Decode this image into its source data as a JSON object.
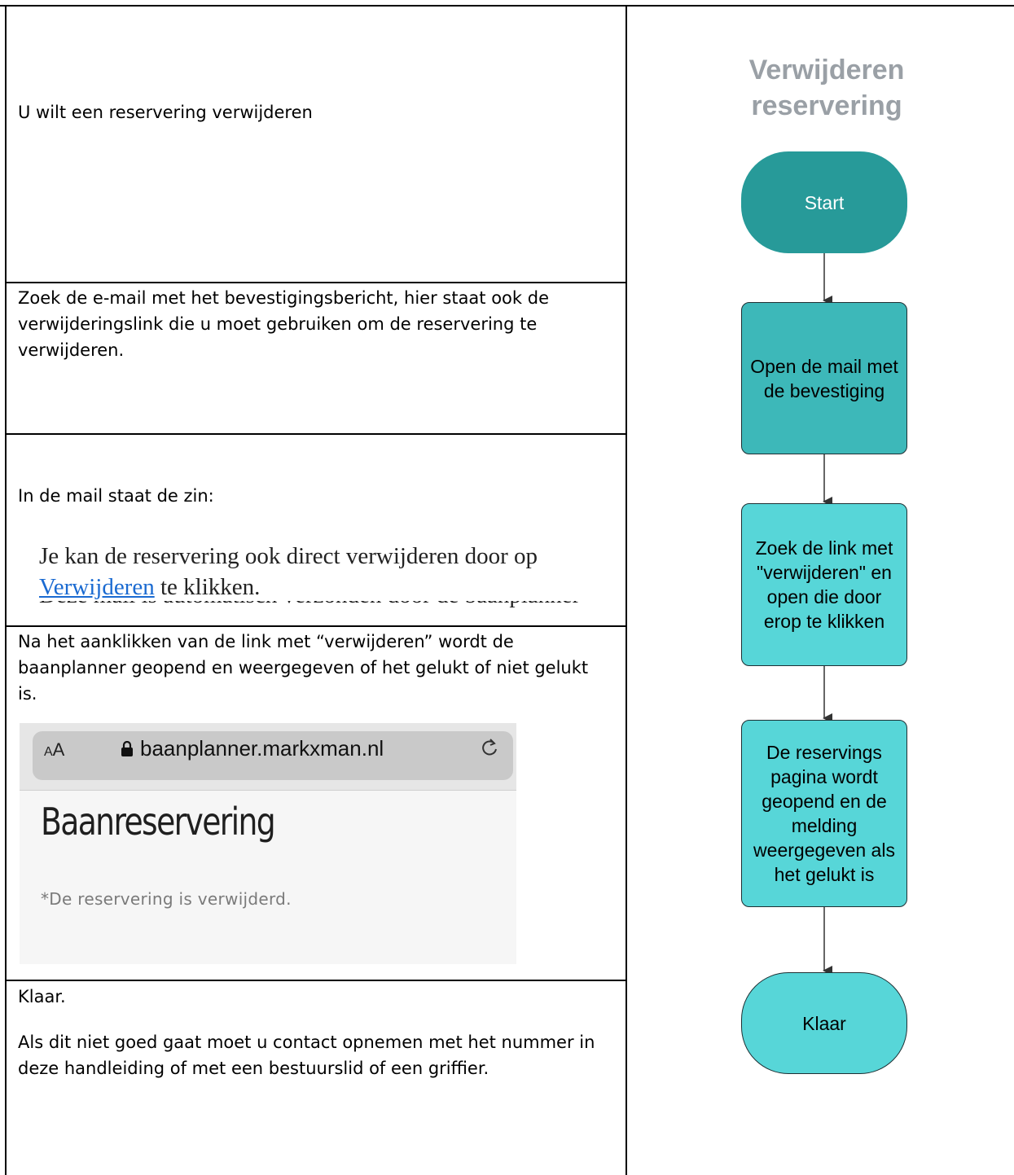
{
  "left_column": {
    "row1_text": "U wilt een reservering verwijderen",
    "row2_text": "Zoek de e-mail met het bevestigingsbericht, hier staat ook de verwijderingslink die u moet gebruiken om de reservering te verwijderen.",
    "row3_intro": "In de mail staat de zin:",
    "row3_email_line1": "Je kan de reservering ook direct verwijderen door op",
    "row3_email_link": "Verwijderen",
    "row3_email_line2_rest": " te klikken.",
    "row3_email_cut": "Deze mail is automatisch verzonden door de baanplanner SKR",
    "row4_text": "Na het aanklikken van de link met “verwijderen” wordt de baanplanner geopend en weergegeven of het gelukt of niet gelukt is.",
    "row5_line1": "Klaar.",
    "row5_line2": "Als dit niet goed gaat moet u contact opnemen met het nummer in deze handleiding of met een bestuurslid of een griffier."
  },
  "browser_screenshot": {
    "text_size_label_small": "A",
    "text_size_label_large": "A",
    "lock_icon": "lock-icon",
    "url": "baanplanner.markxman.nl",
    "reload_icon": "reload-icon",
    "page_title": "Baanreservering",
    "message": "*De reservering is verwijderd."
  },
  "flowchart": {
    "title_line1": "Verwijderen",
    "title_line2": "reservering",
    "nodes": [
      {
        "label": "Start",
        "shape": "terminator"
      },
      {
        "label": "Open de mail met de bevestiging",
        "shape": "process"
      },
      {
        "label": "Zoek de link met \"verwijderen\" en open die door erop te klikken",
        "shape": "process"
      },
      {
        "label": "De reservings pagina wordt geopend en de melding weergegeven als het gelukt is",
        "shape": "process"
      },
      {
        "label": "Klaar",
        "shape": "terminator"
      }
    ],
    "colors": {
      "start": "#279a99",
      "node2": "#3db8b9",
      "node3": "#57d6d8",
      "title": "#9aa0a6"
    }
  }
}
